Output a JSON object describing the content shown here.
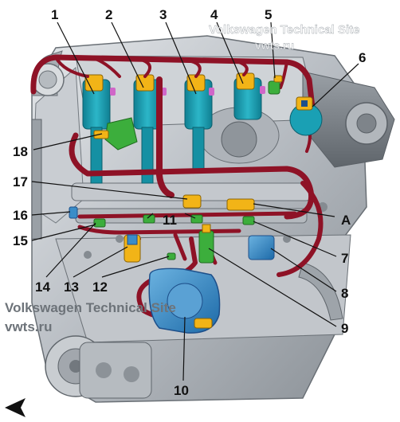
{
  "watermark": {
    "top_site": "Volkswagen Technical Site",
    "top_url": "vwts.ru",
    "bottom_site": "Volkswagen Technical Site",
    "bottom_url": "vwts.ru"
  },
  "callouts": [
    "1",
    "2",
    "3",
    "4",
    "5",
    "6",
    "18",
    "17",
    "16",
    "15",
    "11",
    "A",
    "7",
    "14",
    "13",
    "12",
    "8",
    "9",
    "10"
  ],
  "colors": {
    "engine_grey": "#b9bec4",
    "engine_dark": "#7c8288",
    "harness": "#8e1226",
    "coil_teal": "#1aa0b4",
    "connector_yellow": "#f2b417",
    "connector_green": "#3cae3c",
    "pink_clip": "#d066c8",
    "throttle_blue": "#3a8dc8"
  },
  "direction_arrow": "arrow-left"
}
